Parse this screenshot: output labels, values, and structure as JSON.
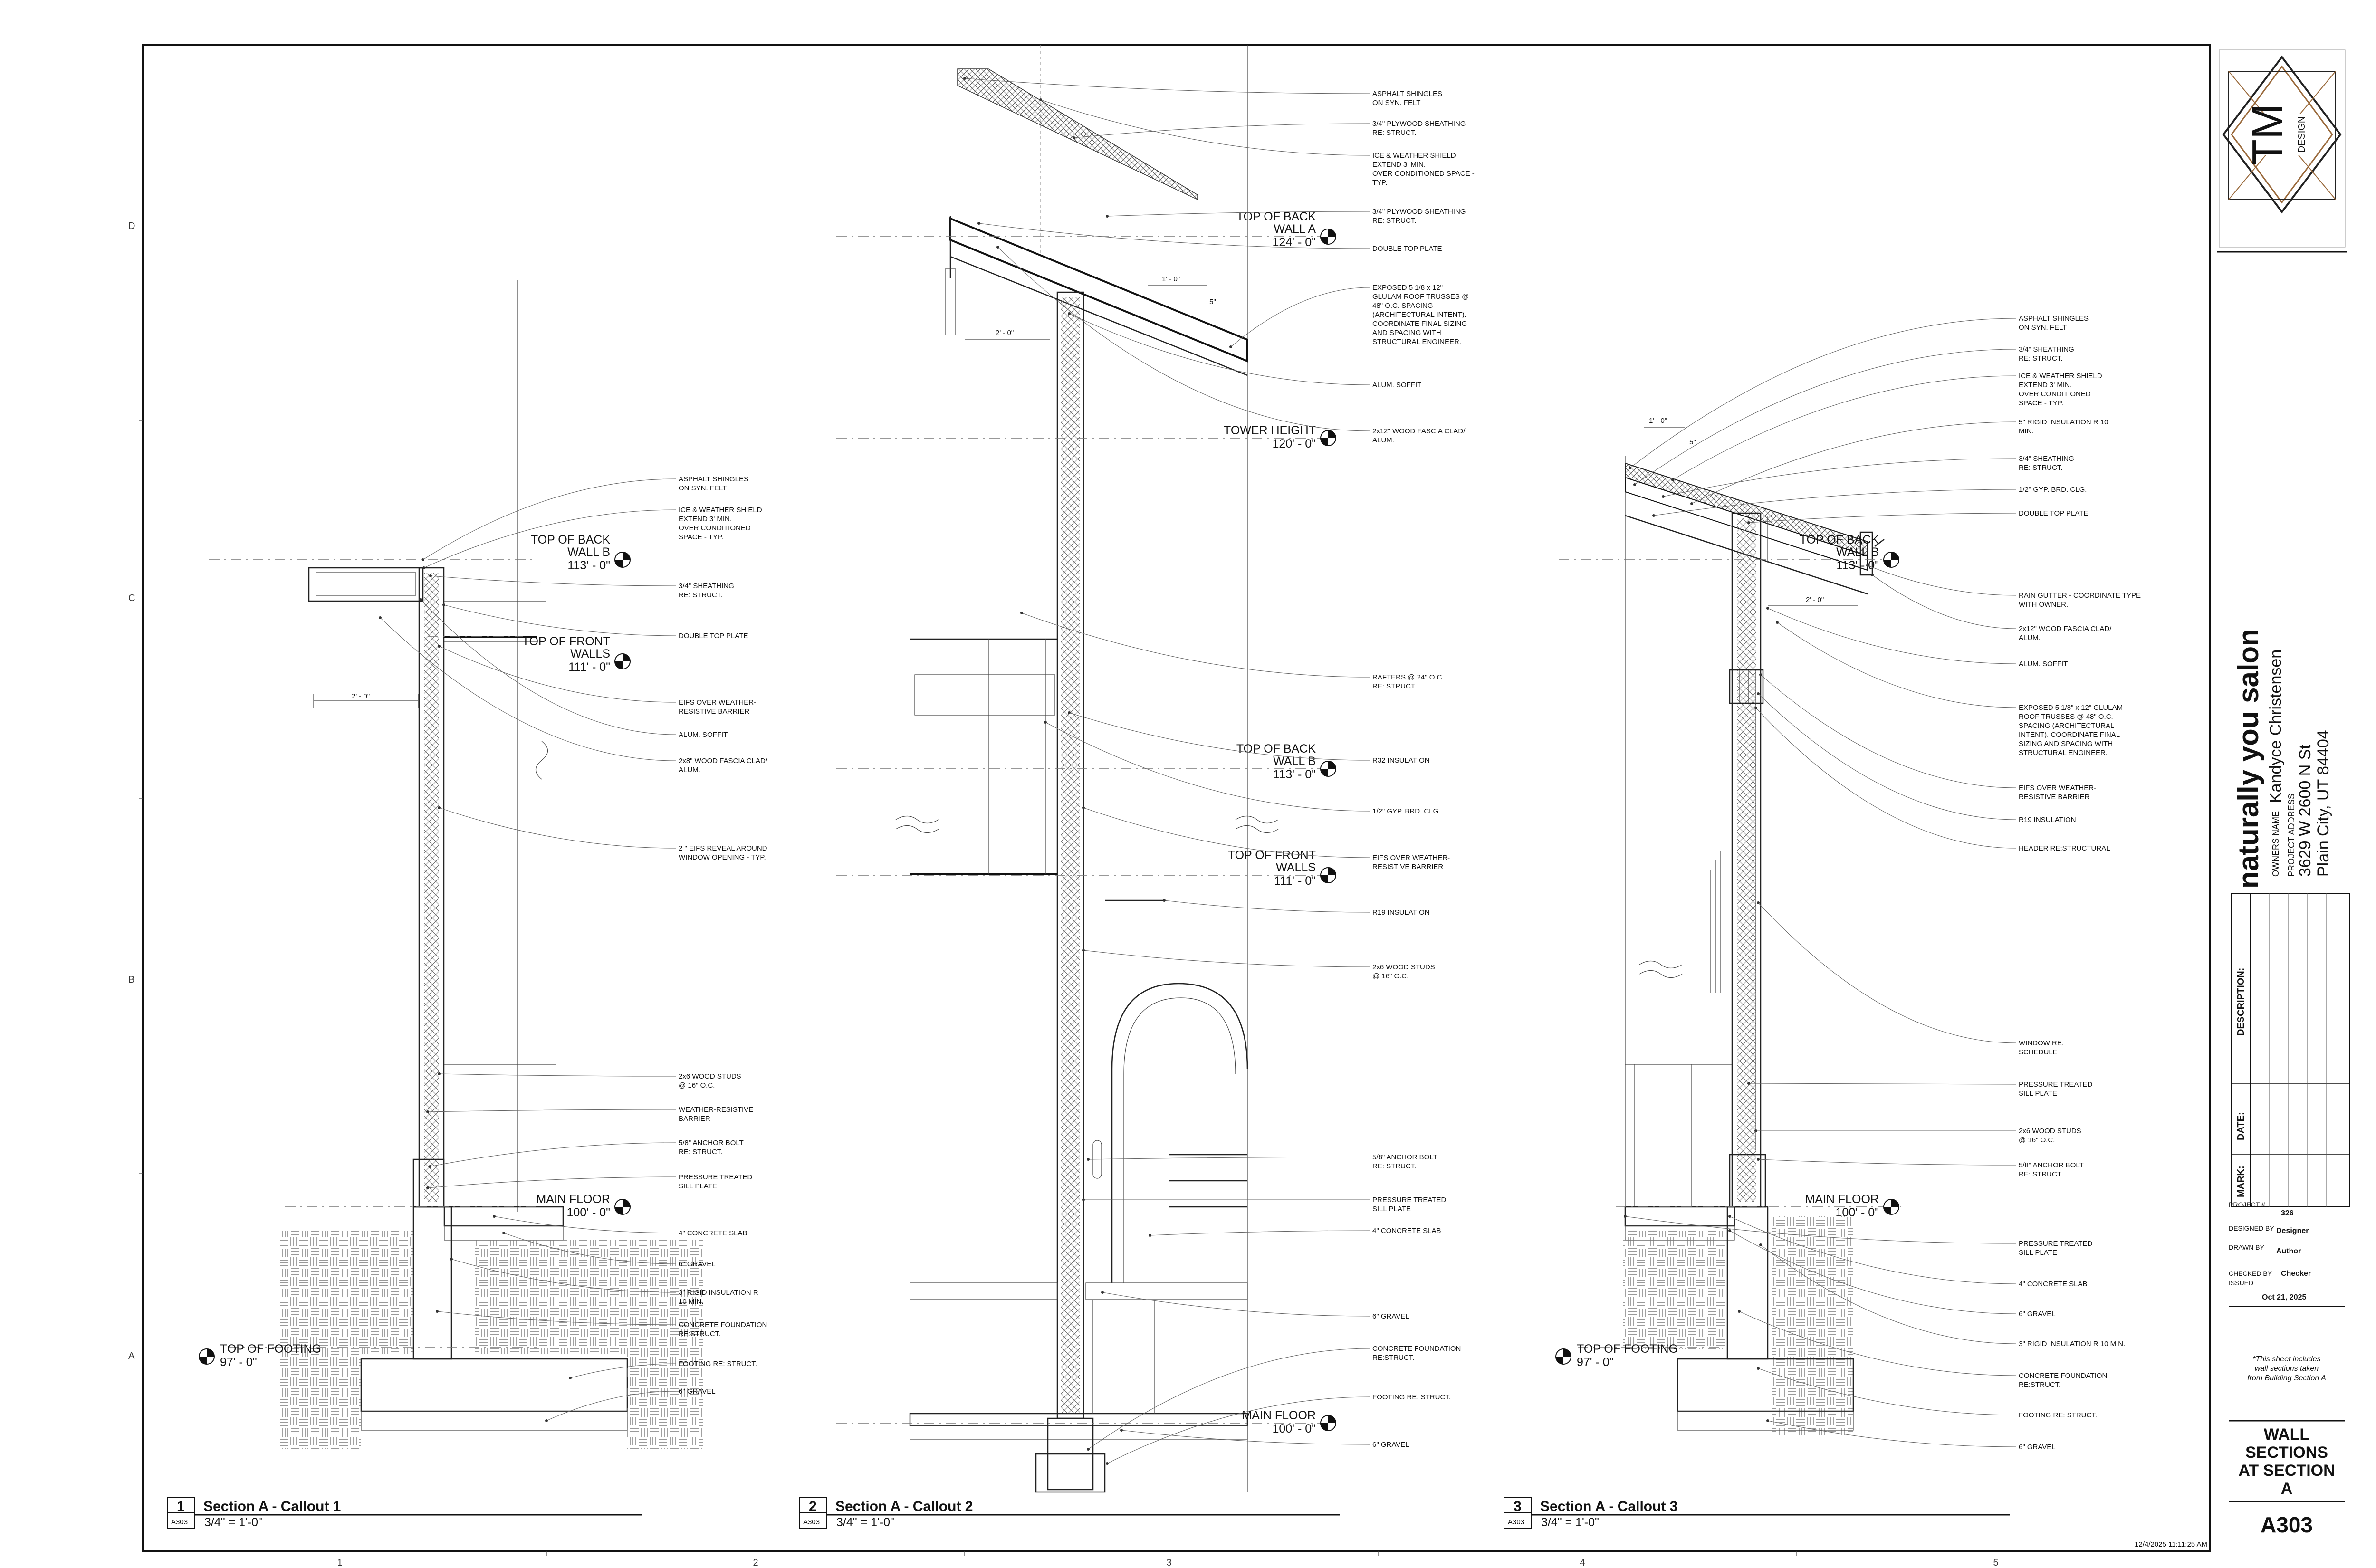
{
  "grid": {
    "rows": [
      "D",
      "C",
      "B",
      "A"
    ],
    "cols": [
      "1",
      "2",
      "3",
      "4",
      "5"
    ]
  },
  "callout1": {
    "notes": [
      [
        "ASPHALT SHINGLES",
        "ON SYN. FELT"
      ],
      [
        "ICE & WEATHER SHIELD",
        "EXTEND 3' MIN.",
        "OVER CONDITIONED",
        "SPACE - TYP."
      ],
      [
        "3/4\" SHEATHING",
        "RE: STRUCT."
      ],
      [
        "DOUBLE TOP PLATE"
      ],
      [
        "EIFS OVER WEATHER-",
        "RESISTIVE BARRIER"
      ],
      [
        "ALUM. SOFFIT"
      ],
      [
        "2x8\" WOOD FASCIA CLAD/",
        "ALUM."
      ],
      [
        "2 \" EIFS REVEAL AROUND",
        "WINDOW OPENING - TYP."
      ],
      [
        "2x6 WOOD STUDS",
        "@ 16\" O.C."
      ],
      [
        "WEATHER-RESISTIVE",
        "BARRIER"
      ],
      [
        "5/8\" ANCHOR BOLT",
        "RE: STRUCT."
      ],
      [
        "PRESSURE TREATED",
        "SILL PLATE"
      ],
      [
        "4\" CONCRETE SLAB"
      ],
      [
        "6\" GRAVEL"
      ],
      [
        "3\" RIGID INSULATION R",
        "10 MIN."
      ],
      [
        "CONCRETE FOUNDATION",
        "RE:STRUCT."
      ],
      [
        "FOOTING RE: STRUCT."
      ],
      [
        "6\" GRAVEL"
      ]
    ],
    "levels": [
      {
        "name": [
          "TOP OF BACK",
          "WALL B"
        ],
        "elev": "113' - 0\""
      },
      {
        "name": [
          "TOP OF FRONT",
          "WALLS"
        ],
        "elev": "111' - 0\""
      },
      {
        "name": [
          "MAIN FLOOR"
        ],
        "elev": "100' - 0\""
      },
      {
        "name": [
          "TOP OF FOOTING"
        ],
        "elev": "97' - 0\""
      }
    ],
    "dim": "2' - 0\"",
    "number": "1",
    "title": "Section A - Callout 1",
    "sheet": "A303",
    "scale": "3/4\" = 1'-0\""
  },
  "callout2": {
    "notes": [
      [
        "ASPHALT SHINGLES",
        "ON SYN. FELT"
      ],
      [
        "3/4\" PLYWOOD SHEATHING",
        "RE: STRUCT."
      ],
      [
        "ICE & WEATHER SHIELD",
        "EXTEND 3' MIN.",
        "OVER CONDITIONED SPACE -",
        "TYP."
      ],
      [
        "3/4\" PLYWOOD SHEATHING",
        "RE: STRUCT."
      ],
      [
        "DOUBLE TOP PLATE"
      ],
      [
        "EXPOSED 5 1/8 x 12\"",
        "GLULAM ROOF TRUSSES @",
        "48\" O.C. SPACING",
        "(ARCHITECTURAL INTENT).",
        "COORDINATE FINAL SIZING",
        "AND SPACING WITH",
        "STRUCTURAL ENGINEER."
      ],
      [
        "ALUM. SOFFIT"
      ],
      [
        "2x12\" WOOD FASCIA CLAD/",
        "ALUM."
      ],
      [
        "RAFTERS @ 24\" O.C.",
        "RE: STRUCT."
      ],
      [
        "R32 INSULATION"
      ],
      [
        "1/2\" GYP. BRD. CLG."
      ],
      [
        "EIFS OVER WEATHER-",
        "RESISTIVE BARRIER"
      ],
      [
        "R19 INSULATION"
      ],
      [
        "2x6 WOOD STUDS",
        "@ 16\" O.C."
      ],
      [
        "5/8\" ANCHOR BOLT",
        "RE: STRUCT."
      ],
      [
        "PRESSURE TREATED",
        "SILL PLATE"
      ],
      [
        "4\" CONCRETE SLAB"
      ],
      [
        "6\" GRAVEL"
      ],
      [
        "CONCRETE FOUNDATION",
        "RE:STRUCT."
      ],
      [
        "FOOTING RE: STRUCT."
      ],
      [
        "6\" GRAVEL"
      ]
    ],
    "levels": [
      {
        "name": [
          "TOP OF BACK",
          "WALL A"
        ],
        "elev": "124' - 0\""
      },
      {
        "name": [
          "TOWER HEIGHT"
        ],
        "elev": "120' - 0\""
      },
      {
        "name": [
          "TOP OF BACK",
          "WALL B"
        ],
        "elev": "113' - 0\""
      },
      {
        "name": [
          "TOP OF FRONT",
          "WALLS"
        ],
        "elev": "111' - 0\""
      },
      {
        "name": [
          "MAIN FLOOR"
        ],
        "elev": "100' - 0\""
      }
    ],
    "dims": [
      "1' - 0\"",
      "5\"",
      "2' - 0\""
    ],
    "number": "2",
    "title": "Section A - Callout 2",
    "sheet": "A303",
    "scale": "3/4\" = 1'-0\""
  },
  "callout3": {
    "notes": [
      [
        "ASPHALT SHINGLES",
        "ON SYN. FELT"
      ],
      [
        "3/4\" SHEATHING",
        "RE: STRUCT."
      ],
      [
        "ICE & WEATHER SHIELD",
        "EXTEND 3' MIN.",
        "OVER CONDITIONED",
        "SPACE - TYP."
      ],
      [
        "5\" RIGID INSULATION R 10",
        "MIN."
      ],
      [
        "3/4\" SHEATHING",
        "RE: STRUCT."
      ],
      [
        "1/2\" GYP. BRD. CLG."
      ],
      [
        "DOUBLE TOP PLATE"
      ],
      [
        "RAIN GUTTER - COORDINATE TYPE",
        "WITH OWNER."
      ],
      [
        "2x12\" WOOD FASCIA CLAD/",
        "ALUM."
      ],
      [
        "ALUM. SOFFIT"
      ],
      [
        "EXPOSED 5 1/8\" x 12\" GLULAM",
        "ROOF TRUSSES @ 48\" O.C.",
        "SPACING (ARCHITECTURAL",
        "INTENT). COORDINATE FINAL",
        "SIZING AND SPACING WITH",
        "STRUCTURAL ENGINEER."
      ],
      [
        "EIFS OVER WEATHER-",
        "RESISTIVE BARRIER"
      ],
      [
        "R19 INSULATION"
      ],
      [
        "HEADER RE:STRUCTURAL"
      ],
      [
        "WINDOW RE:",
        "SCHEDULE"
      ],
      [
        "PRESSURE TREATED",
        "SILL PLATE"
      ],
      [
        "2x6 WOOD STUDS",
        "@ 16\" O.C."
      ],
      [
        "5/8\" ANCHOR BOLT",
        "RE: STRUCT."
      ],
      [
        "PRESSURE TREATED",
        "SILL PLATE"
      ],
      [
        "4\" CONCRETE SLAB"
      ],
      [
        "6\" GRAVEL"
      ],
      [
        "3\" RIGID INSULATION R 10 MIN."
      ],
      [
        "CONCRETE FOUNDATION",
        "RE:STRUCT."
      ],
      [
        "FOOTING RE: STRUCT."
      ],
      [
        "6\" GRAVEL"
      ]
    ],
    "levels": [
      {
        "name": [
          "TOP OF BACK",
          "WALL B"
        ],
        "elev": "113' - 0\""
      },
      {
        "name": [
          "MAIN FLOOR"
        ],
        "elev": "100' - 0\""
      },
      {
        "name": [
          "TOP OF FOOTING"
        ],
        "elev": "97' - 0\""
      }
    ],
    "dims": [
      "1' - 0\"",
      "5\"",
      "2' - 0\""
    ],
    "number": "3",
    "title": "Section A - Callout 3",
    "sheet": "A303",
    "scale": "3/4\" = 1'-0\""
  },
  "title_block": {
    "logo_letters": "TM",
    "logo_word": "DESIGN",
    "project_name": "naturally you salon",
    "owner_label": "OWNERS NAME",
    "owner_name": "Kandyce Christensen",
    "address_label": "PROJECT ADDRESS",
    "address_line1": "3629 W 2600 N St",
    "address_line2": "Plain City, UT 84404",
    "revision_headers": [
      "DESCRIPTION:",
      "DATE:",
      "MARK:"
    ],
    "project_label": "PROJECT #",
    "project_number": "326",
    "designed_label": "DESIGNED BY",
    "designed_by": "Designer",
    "drawn_label": "DRAWN BY",
    "drawn_by": "Author",
    "checked_label": "CHECKED BY",
    "checked_by": "Checker",
    "issued_label": "ISSUED",
    "issued_date": "Oct 21, 2025",
    "note": [
      "*This sheet includes",
      "wall sections taken",
      "from Building Section A"
    ],
    "sheet_title": [
      "WALL",
      "SECTIONS",
      "AT SECTION",
      "A"
    ],
    "sheet_number": "A303"
  },
  "timestamp": "12/4/2025 11:11:25 AM"
}
